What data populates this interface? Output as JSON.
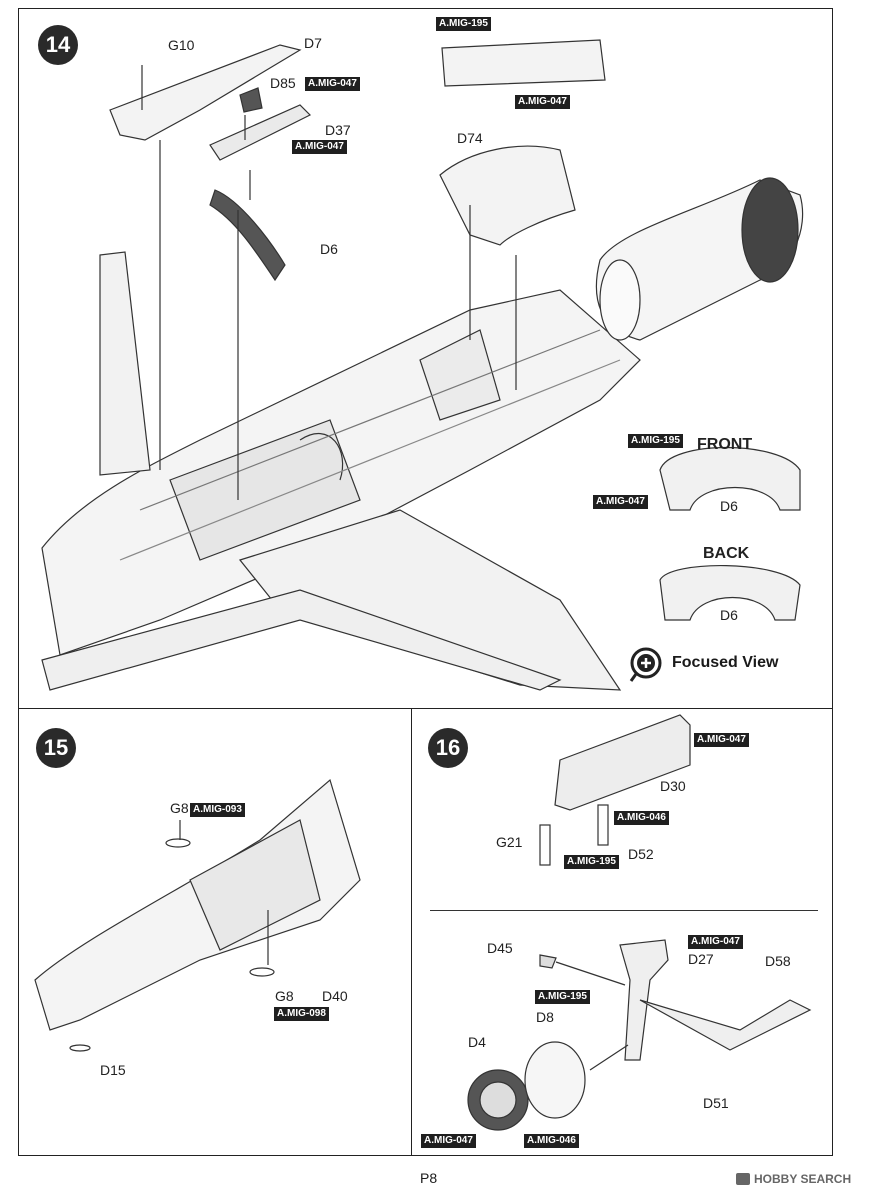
{
  "steps": {
    "s14": "14",
    "s15": "15",
    "s16": "16"
  },
  "step14": {
    "labels": {
      "g10": "G10",
      "d7": "D7",
      "d85": "D85",
      "d37": "D37",
      "d6": "D6",
      "d74": "D74",
      "d6_front": "D6",
      "d6_back": "D6"
    },
    "tags": {
      "tag_d85": "A.MIG-047",
      "tag_d37": "A.MIG-047",
      "tag_top_195": "A.MIG-195",
      "tag_top_047": "A.MIG-047",
      "tag_front_195": "A.MIG-195",
      "tag_front_047": "A.MIG-047"
    },
    "front": "FRONT",
    "back": "BACK",
    "focused_view": "Focused View"
  },
  "step15": {
    "labels": {
      "g8_top": "G8",
      "g8_bottom": "G8",
      "d40": "D40",
      "d15": "D15"
    },
    "tags": {
      "tag_g8_top": "A.MIG-093",
      "tag_g8_bottom": "A.MIG-098"
    }
  },
  "step16": {
    "labels": {
      "d30": "D30",
      "g21": "G21",
      "d52": "D52",
      "d45": "D45",
      "d27": "D27",
      "d58": "D58",
      "d8": "D8",
      "d4": "D4",
      "d51": "D51"
    },
    "tags": {
      "tag_d30": "A.MIG-047",
      "tag_d52_046": "A.MIG-046",
      "tag_d52_195": "A.MIG-195",
      "tag_d27": "A.MIG-047",
      "tag_gear_195": "A.MIG-195",
      "tag_d4_047": "A.MIG-047",
      "tag_d4_046": "A.MIG-046"
    }
  },
  "footer": {
    "page": "P8",
    "watermark": "HOBBY SEARCH"
  }
}
